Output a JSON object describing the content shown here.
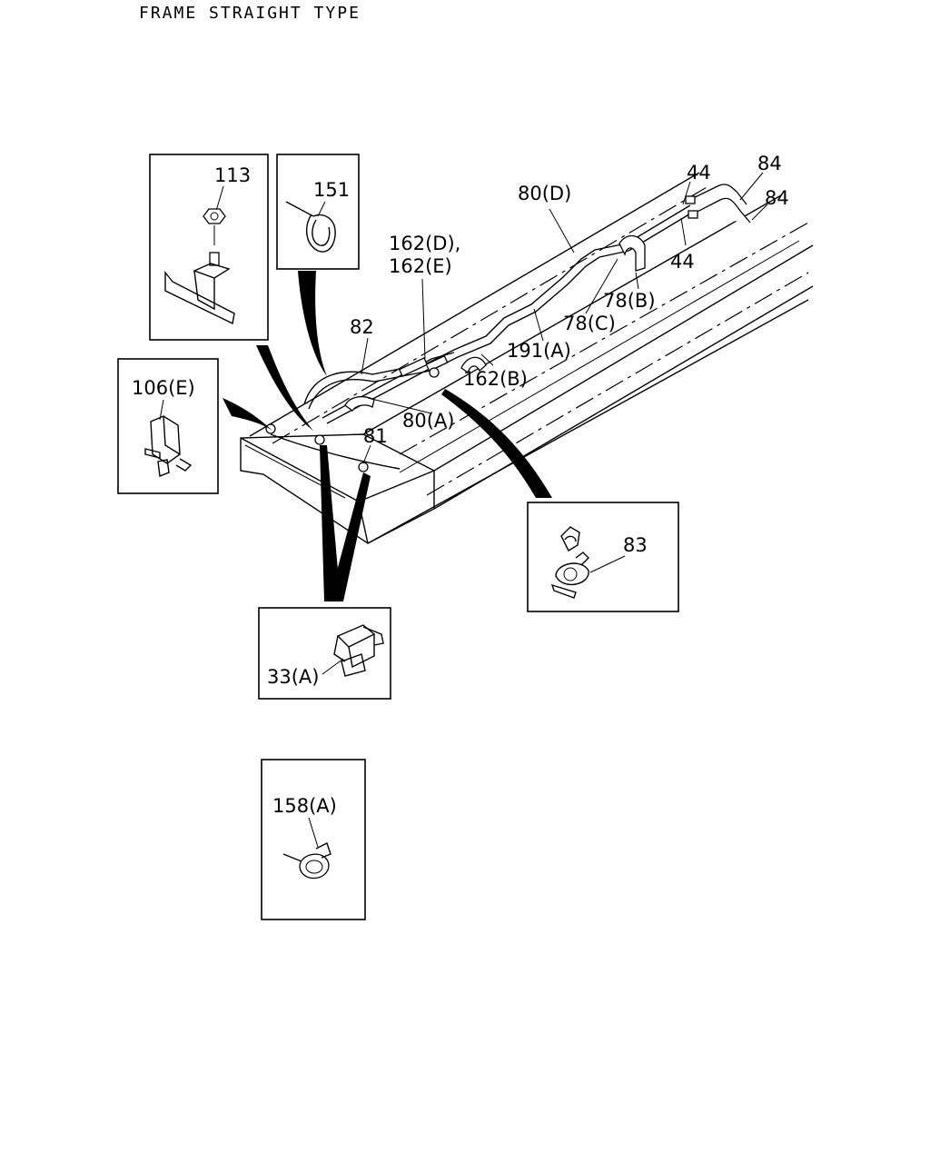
{
  "title": "FRAME STRAIGHT TYPE",
  "labels": {
    "l44a": "44",
    "l44b": "44",
    "l84a": "84",
    "l84b": "84",
    "l80d": "80(D)",
    "l162de_1": "162(D),",
    "l162de_2": "162(E)",
    "l82": "82",
    "l78b": "78(B)",
    "l78c": "78(C)",
    "l191a": "191(A)",
    "l162b": "162(B)",
    "l80a": "80(A)",
    "l81": "81"
  },
  "insets": {
    "i113": "113",
    "i151": "151",
    "i106e": "106(E)",
    "i83": "83",
    "i33a": "33(A)",
    "i158a": "158(A)"
  }
}
